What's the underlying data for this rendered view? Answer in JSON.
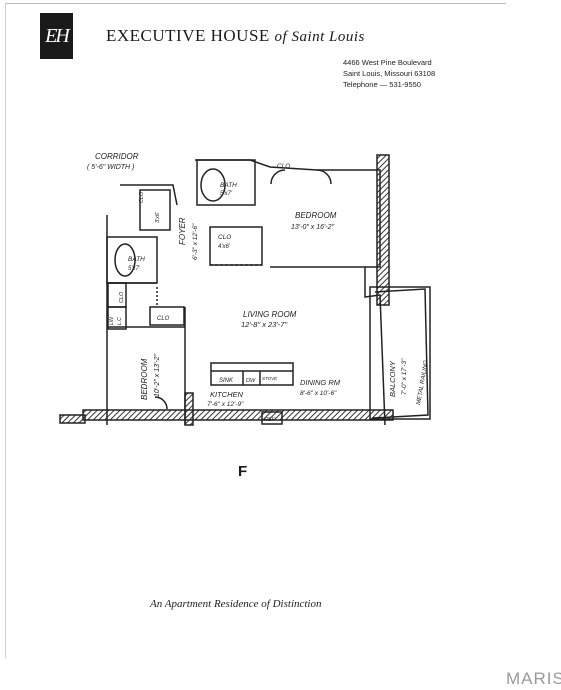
{
  "header": {
    "logo_text": "EH",
    "title": "EXECUTIVE HOUSE",
    "title_script": "of Saint Louis",
    "address_line1": "4466 West Pine Boulevard",
    "address_line2": "Saint Louis, Missouri 63108",
    "address_line3": "Telephone — 531-9550"
  },
  "floor_plan": {
    "corridor_label": "CORRIDOR",
    "corridor_width": "( 5'-6\" WIDTH )",
    "closet_label": "CLO",
    "closet_small_label": "CLO",
    "closet_small_dims": "3'x6'",
    "bath_1_label": "BATH",
    "bath_1_dims": "5'x7'",
    "bath_2_label": "BATH",
    "bath_2_dims": "5'x7'",
    "foyer_label": "FOYER",
    "foyer_dims": "6'-3\" x 12'-6\"",
    "bedroom_1_label": "BEDROOM",
    "bedroom_1_dims": "13'-0\" x 16'-2\"",
    "closet_2_label": "CLO",
    "closet_2_dims": "4'x6'",
    "closet_3_label": "CLO",
    "closet_4_label": "CLO",
    "linen_closet_label": "LIN",
    "linen_closet_label_2": "L.C",
    "living_label": "LIVING ROOM",
    "living_dims": "12'-8\" x 23'-7\"",
    "bedroom_2_label": "BEDROOM",
    "bedroom_2_dims": "10'-2\" x 13'-2\"",
    "sink_label": "SINK",
    "dw_label": "DW",
    "range_label": "STOVE",
    "kitchen_label": "KITCHEN",
    "kitchen_dims": "7'-6\" x 12'-9\"",
    "dining_label": "DINING RM",
    "dining_dims": "8'-6\" x 10'-6\"",
    "balcony_label": "BALCONY",
    "balcony_dims": "7'-0\" x 17'-3\"",
    "railing_label": "METAL RAILING",
    "ref_label": "REF"
  },
  "plan_letter": "F",
  "tagline": "An Apartment Residence of Distinction",
  "watermark": "MARIS"
}
